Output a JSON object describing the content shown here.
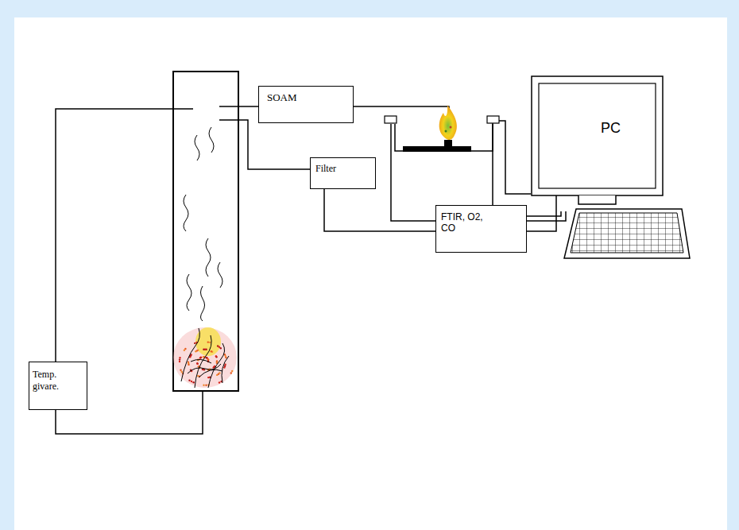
{
  "diagram": {
    "nodes": [
      {
        "text": [
          "SOAM"
        ]
      },
      {
        "text": [
          "PC"
        ]
      },
      {
        "text": [
          "Filter"
        ]
      },
      {
        "text": [
          "FTIR, O2, CO"
        ]
      },
      {
        "text": [
          "Temp. givare."
        ]
      }
    ],
    "edges": [
      {
        "from": 2,
        "to": 3,
        "arrow": "none"
      },
      {
        "from": 3,
        "to": 1,
        "arrow": "none"
      }
    ]
  }
}
